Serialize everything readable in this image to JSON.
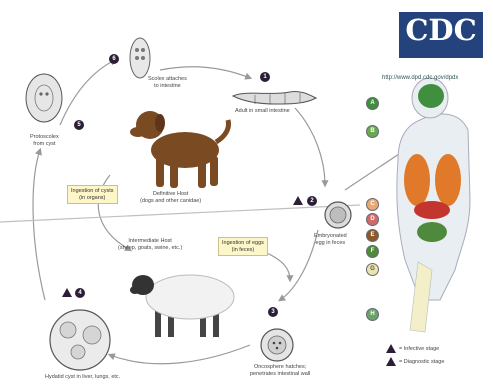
{
  "logo": {
    "text": "CDC",
    "url": "http://www.dpd.cdc.gov/dpdx"
  },
  "steps": {
    "s1": "1",
    "s2": "2",
    "s3": "3",
    "s4": "4",
    "s5": "5",
    "s6": "6"
  },
  "labels": {
    "scolex": "Scolex attaches\nto intestine",
    "adult": "Adult in small intestine",
    "protoscolex": "Protoscolex\nfrom cyst",
    "definitive_host": "Definitive Host\n(dogs and other canidae)",
    "intermediate_host": "Intermediate Host\n(sheep, goats, swine, etc.)",
    "embryonated_egg": "Embryonated\negg in feces",
    "oncosphere": "Oncosphere hatches;\npenetrates intestinal wall",
    "hydatid_cyst": "Hydatid cyst in liver, lungs, etc."
  },
  "boxes": {
    "ingest_cysts": "Ingestion of cysts\n(in organs)",
    "ingest_eggs": "Ingestion of eggs\n(in feces)"
  },
  "human_markers": [
    "A",
    "B",
    "C",
    "D",
    "E",
    "F",
    "G",
    "H"
  ],
  "legend": {
    "infective": "= Infective stage",
    "diagnostic": "= Diagnostic stage"
  },
  "colors": {
    "arrow": "#999999",
    "lung": "#e07a2a",
    "liver": "#c2362f",
    "intestine": "#4f8a3c",
    "brain": "#3f8f3f",
    "bone": "#f2efc9",
    "skin": "#e9eef3",
    "dog": "#7a4a23",
    "sheep_wool": "#f2f2f2",
    "marker_text": "#2b1e36"
  }
}
